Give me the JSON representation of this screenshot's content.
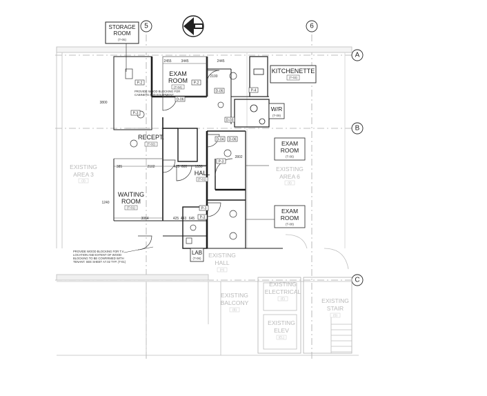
{
  "grid": {
    "cols": [
      "5",
      "6"
    ],
    "rows": [
      "A",
      "B",
      "C"
    ]
  },
  "rooms": {
    "storage": {
      "name": [
        "STORAGE",
        "ROOM"
      ],
      "tag": "(T-05)"
    },
    "exam1": {
      "name": [
        "EXAM",
        "ROOM"
      ],
      "tag": "(T-04)"
    },
    "kitchenette": {
      "name": [
        "KITCHENETTE"
      ],
      "tag": "(T-03)"
    },
    "wr": {
      "name": [
        "W/R"
      ],
      "tag": "(T-09)"
    },
    "recept": {
      "name": [
        "RECEPT."
      ],
      "tag": "(T-02)"
    },
    "exam2": {
      "name": [
        "EXAM",
        "ROOM"
      ],
      "tag": "(T-06)"
    },
    "exam3": {
      "name": [
        "EXAM",
        "ROOM"
      ],
      "tag": "(T-08)"
    },
    "hall": {
      "name": [
        "HALL"
      ],
      "tag": "(T-01)"
    },
    "waiting": {
      "name": [
        "WAITING",
        "ROOM"
      ],
      "tag": "(T-01)"
    },
    "lab": {
      "name": [
        "LAB"
      ],
      "tag": "(T-06)"
    }
  },
  "existing": {
    "area3": {
      "name": [
        "EXISTING",
        "AREA 3"
      ],
      "tag": "(3)"
    },
    "area6": {
      "name": [
        "EXISTING",
        "AREA 6"
      ],
      "tag": "(6)"
    },
    "hall": {
      "name": [
        "EXISTING",
        "HALL"
      ],
      "tag": "(H)"
    },
    "balcony": {
      "name": [
        "EXISTING",
        "BALCONY"
      ],
      "tag": "(B)"
    },
    "electrical": {
      "name": [
        "EXISTING",
        "ELECTRICAL"
      ],
      "tag": "(E)"
    },
    "stair": {
      "name": [
        "EXISTING",
        "STAIR"
      ],
      "tag": "(S)"
    },
    "elev": {
      "name": [
        "EXISTING",
        "ELEV"
      ],
      "tag": "(EL)"
    }
  },
  "dims": [
    "3445",
    "2455",
    "2445",
    "3800",
    "2102",
    "2802",
    "3064",
    "1240",
    "2100",
    "423",
    "600",
    "1330",
    "425",
    "443",
    "645",
    "385"
  ],
  "door_tags": [
    "P-2",
    "P-2",
    "D-05",
    "D-06",
    "D-04",
    "D-06",
    "P-3",
    "D-03",
    "P-3",
    "P-3",
    "P-3",
    "P-4"
  ],
  "notes": {
    "wall_note": [
      "PROVIDE WOOD BLOCKING FOR",
      "CABINETS AND EQUIPMENT"
    ],
    "general_note": [
      "PROVIDE WOOD BLOCKING FOR T.V.",
      "LOCATION AND EXTENT OF WOOD",
      "BLOCKING TO BE CONFIRMED WITH",
      "TENANT. SEE SHEET A7.02 TYP. (T-01)"
    ]
  }
}
